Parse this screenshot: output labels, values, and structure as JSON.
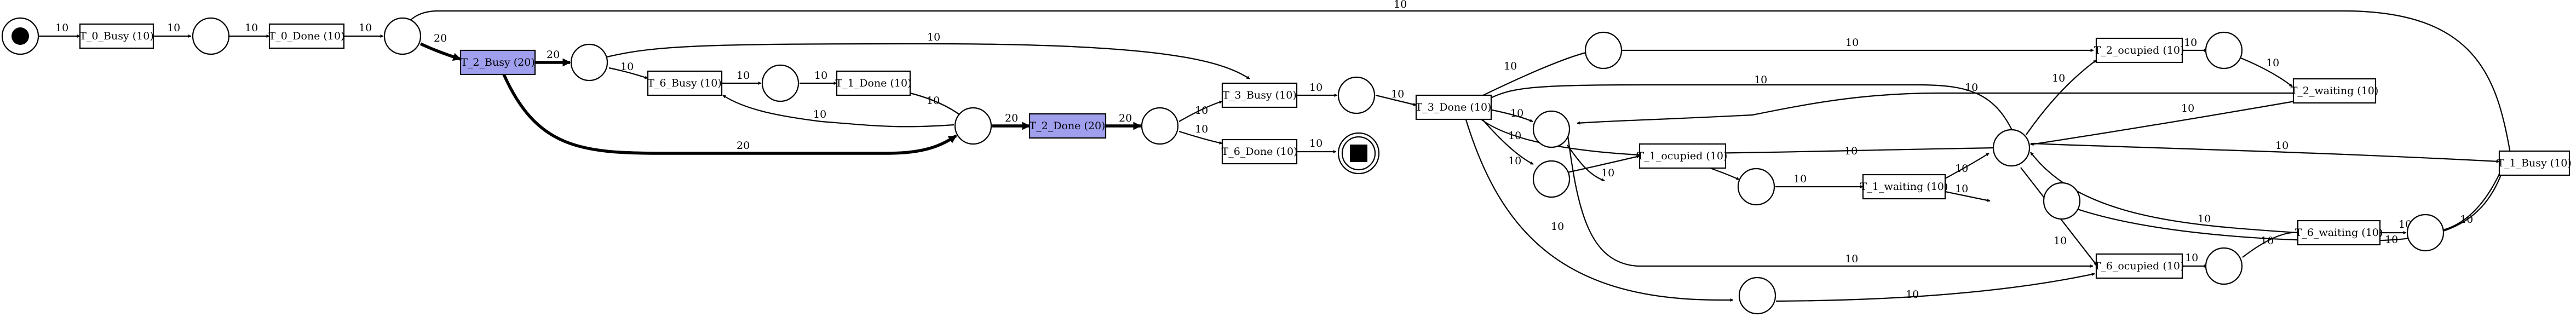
{
  "graph": {
    "transitions": [
      {
        "id": "t0b",
        "label": "T_0_Busy (10)"
      },
      {
        "id": "t0d",
        "label": "T_0_Done (10)"
      },
      {
        "id": "t2b",
        "label": "T_2_Busy (20)",
        "highlight": true
      },
      {
        "id": "t6b",
        "label": "T_6_Busy (10)"
      },
      {
        "id": "t1d",
        "label": "T_1_Done (10)"
      },
      {
        "id": "t2d",
        "label": "T_2_Done (20)",
        "highlight": true
      },
      {
        "id": "t3b",
        "label": "T_3_Busy (10)"
      },
      {
        "id": "t6d",
        "label": "T_6_Done (10)"
      },
      {
        "id": "t3d",
        "label": "T_3_Done (10)"
      },
      {
        "id": "t1o",
        "label": "T_1_ocupied (10)"
      },
      {
        "id": "t1w",
        "label": "T_1_waiting (10)"
      },
      {
        "id": "t2o",
        "label": "T_2_ocupied (10)"
      },
      {
        "id": "t2w",
        "label": "T_2_waiting (10)"
      },
      {
        "id": "t6w",
        "label": "T_6_waiting (10)"
      },
      {
        "id": "t6o",
        "label": "T_6_ocupied (10)"
      },
      {
        "id": "t1b",
        "label": "T_1_Busy (10)"
      }
    ],
    "places": [
      {
        "id": "start",
        "kind": "initial"
      },
      {
        "id": "p1"
      },
      {
        "id": "p2"
      },
      {
        "id": "p3"
      },
      {
        "id": "p4"
      },
      {
        "id": "p5"
      },
      {
        "id": "p6"
      },
      {
        "id": "p7"
      },
      {
        "id": "p8"
      },
      {
        "id": "p9"
      },
      {
        "id": "p10"
      },
      {
        "id": "p11"
      },
      {
        "id": "p12"
      },
      {
        "id": "p13"
      },
      {
        "id": "p14"
      },
      {
        "id": "p15"
      },
      {
        "id": "p16"
      },
      {
        "id": "p17"
      },
      {
        "id": "end",
        "kind": "final"
      }
    ],
    "edges": [
      {
        "id": "e1",
        "label": "10"
      },
      {
        "id": "e2",
        "label": "10"
      },
      {
        "id": "e3",
        "label": "10"
      },
      {
        "id": "e4",
        "label": "10"
      },
      {
        "id": "e5",
        "label": "20"
      },
      {
        "id": "e6",
        "label": "20"
      },
      {
        "id": "e7",
        "label": "20"
      },
      {
        "id": "e8",
        "label": "10"
      },
      {
        "id": "e9",
        "label": "10"
      },
      {
        "id": "e10",
        "label": "10"
      },
      {
        "id": "e11",
        "label": "10"
      },
      {
        "id": "e12",
        "label": "10"
      },
      {
        "id": "e13",
        "label": "10"
      },
      {
        "id": "e14",
        "label": "20"
      },
      {
        "id": "e15",
        "label": "20"
      },
      {
        "id": "e16",
        "label": "10"
      },
      {
        "id": "e17",
        "label": "10"
      },
      {
        "id": "e18",
        "label": "10"
      },
      {
        "id": "e19",
        "label": "10"
      },
      {
        "id": "e20",
        "label": "10"
      },
      {
        "id": "e21",
        "label": "10"
      },
      {
        "id": "e22",
        "label": "10"
      },
      {
        "id": "e23",
        "label": "10"
      },
      {
        "id": "e24",
        "label": "10"
      },
      {
        "id": "e25",
        "label": "10"
      },
      {
        "id": "e26",
        "label": "10"
      },
      {
        "id": "e27",
        "label": "10"
      },
      {
        "id": "e28",
        "label": "10"
      },
      {
        "id": "e29",
        "label": "10"
      },
      {
        "id": "e30",
        "label": "10"
      },
      {
        "id": "e31",
        "label": "10"
      },
      {
        "id": "e32",
        "label": "10"
      },
      {
        "id": "e33",
        "label": "10"
      },
      {
        "id": "e34",
        "label": "10"
      },
      {
        "id": "e35",
        "label": "10"
      },
      {
        "id": "e36",
        "label": "10"
      },
      {
        "id": "e37",
        "label": "10"
      },
      {
        "id": "e38",
        "label": "10"
      },
      {
        "id": "e39",
        "label": "10"
      },
      {
        "id": "e40",
        "label": "10"
      },
      {
        "id": "e41",
        "label": "10"
      },
      {
        "id": "e42",
        "label": "10"
      },
      {
        "id": "e43",
        "label": "10"
      },
      {
        "id": "e44",
        "label": "10"
      },
      {
        "id": "e45",
        "label": "10"
      },
      {
        "id": "e46",
        "label": "10"
      }
    ],
    "colors": {
      "highlight": "#9f9fee",
      "stroke": "#000000",
      "background": "#ffffff"
    }
  }
}
